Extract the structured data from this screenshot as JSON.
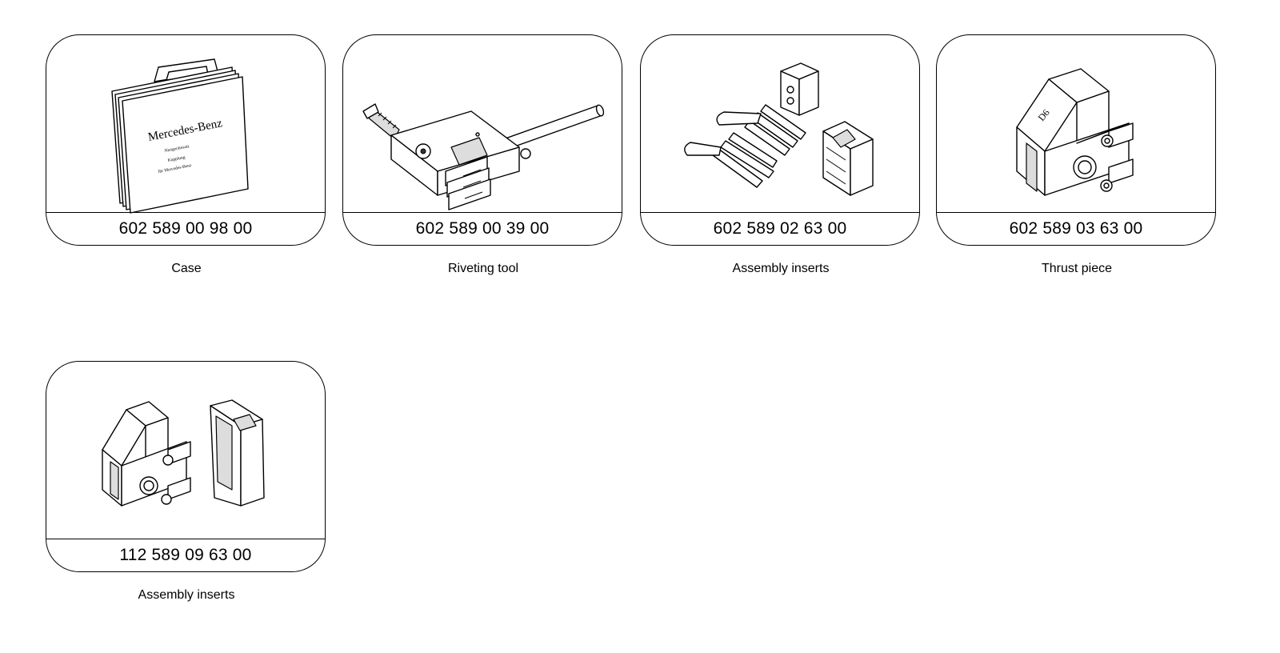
{
  "tools": [
    {
      "part_number": "602 589 00 98 00",
      "name": "Case",
      "icon": "case-icon",
      "brand": "Mercedes-Benz",
      "fine_print": [
        "Nietgerätesatz",
        "Kupplung",
        "für Mercedes-Benz"
      ]
    },
    {
      "part_number": "602 589 00 39 00",
      "name": "Riveting tool",
      "icon": "riveting-tool-icon"
    },
    {
      "part_number": "602 589 02 63 00",
      "name": "Assembly inserts",
      "icon": "assembly-inserts-icon"
    },
    {
      "part_number": "602 589 03 63 00",
      "name": "Thrust piece",
      "icon": "thrust-piece-icon",
      "stamp": "D6"
    },
    {
      "part_number": "112 589 09 63 00",
      "name": "Assembly inserts",
      "icon": "assembly-inserts-icon"
    }
  ]
}
